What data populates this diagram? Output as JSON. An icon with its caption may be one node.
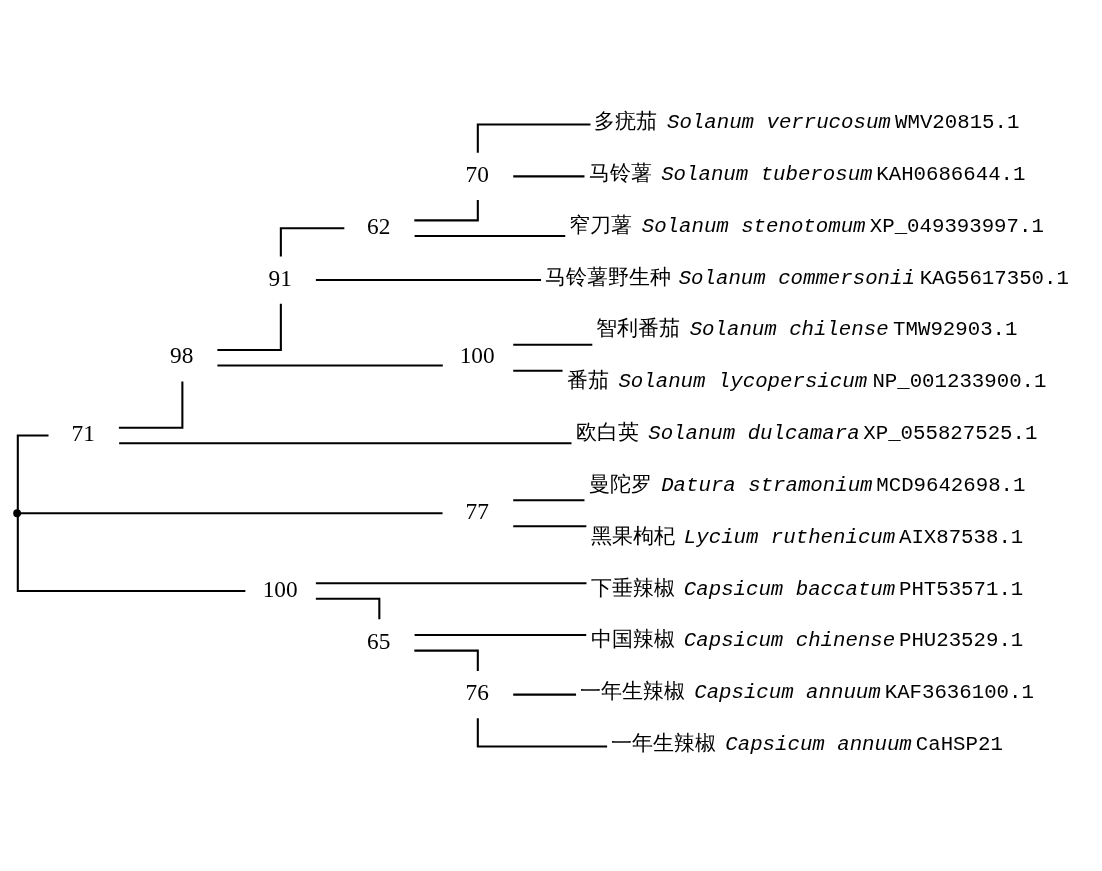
{
  "diagram": {
    "nodes": [
      {
        "text": [
          "多疣茄 *Solanum verrucosum* WMV20815.1"
        ]
      },
      {
        "text": [
          "马铃薯 *Solanum tuberosum* KAH0686644.1"
        ]
      },
      {
        "text": [
          "窄刀薯 *Solanum stenotomum* XP_049393997.1"
        ]
      },
      {
        "text": [
          "马铃薯野生种 *Solanum commersonii* KAG5617350.1"
        ]
      },
      {
        "text": [
          "智利番茄 *Solanum chilense* TMW92903.1"
        ]
      },
      {
        "text": [
          "番茄 *Solanum lycopersicum* NP_001233900.1"
        ]
      },
      {
        "text": [
          "欧白英 *Solanum dulcamara* XP_055827525.1"
        ]
      },
      {
        "text": [
          "曼陀罗 *Datura stramonium* MCD9642698.1"
        ]
      },
      {
        "text": [
          "黑果枸杞 *Lycium ruthenicum* AIX87538.1"
        ]
      },
      {
        "text": [
          "下垂辣椒 *Capsicum baccatum* PHT53571.1"
        ]
      },
      {
        "text": [
          "中国辣椒 *Capsicum chinense* PHU23529.1"
        ]
      },
      {
        "text": [
          "一年生辣椒 *Capsicum annuum* KAF3636100.1"
        ]
      },
      {
        "text": [
          "一年生辣椒 *Capsicum annuum* CaHSP21"
        ]
      },
      {
        "text": [],
        "shape": "point"
      },
      {
        "text": [
          "71"
        ]
      },
      {
        "text": [
          "98"
        ]
      },
      {
        "text": [
          "91"
        ]
      },
      {
        "text": [
          "62"
        ]
      },
      {
        "text": [
          "70"
        ]
      },
      {
        "text": [
          "100"
        ]
      },
      {
        "text": [
          "77"
        ]
      },
      {
        "text": [
          "100"
        ]
      },
      {
        "text": [
          "65"
        ]
      },
      {
        "text": [
          "76"
        ]
      }
    ],
    "edges": [
      {
        "from": 13,
        "to": 14,
        "arrow": "none"
      },
      {
        "from": 13,
        "to": 20,
        "arrow": "none"
      },
      {
        "from": 13,
        "to": 21,
        "arrow": "none"
      },
      {
        "from": 14,
        "to": 15,
        "arrow": "none"
      },
      {
        "from": 14,
        "to": 6,
        "arrow": "none"
      },
      {
        "from": 15,
        "to": 16,
        "arrow": "none"
      },
      {
        "from": 15,
        "to": 19,
        "arrow": "none"
      },
      {
        "from": 16,
        "to": 17,
        "arrow": "none"
      },
      {
        "from": 16,
        "to": 3,
        "arrow": "none"
      },
      {
        "from": 17,
        "to": 18,
        "arrow": "none"
      },
      {
        "from": 17,
        "to": 2,
        "arrow": "none"
      },
      {
        "from": 18,
        "to": 0,
        "arrow": "none"
      },
      {
        "from": 18,
        "to": 1,
        "arrow": "none"
      },
      {
        "from": 19,
        "to": 4,
        "arrow": "none"
      },
      {
        "from": 19,
        "to": 5,
        "arrow": "none"
      },
      {
        "from": 20,
        "to": 7,
        "arrow": "none"
      },
      {
        "from": 20,
        "to": 8,
        "arrow": "none"
      },
      {
        "from": 21,
        "to": 9,
        "arrow": "none"
      },
      {
        "from": 21,
        "to": 22,
        "arrow": "none"
      },
      {
        "from": 22,
        "to": 10,
        "arrow": "none"
      },
      {
        "from": 22,
        "to": 23,
        "arrow": "none"
      },
      {
        "from": 23,
        "to": 11,
        "arrow": "none"
      },
      {
        "from": 23,
        "to": 12,
        "arrow": "none"
      }
    ]
  }
}
